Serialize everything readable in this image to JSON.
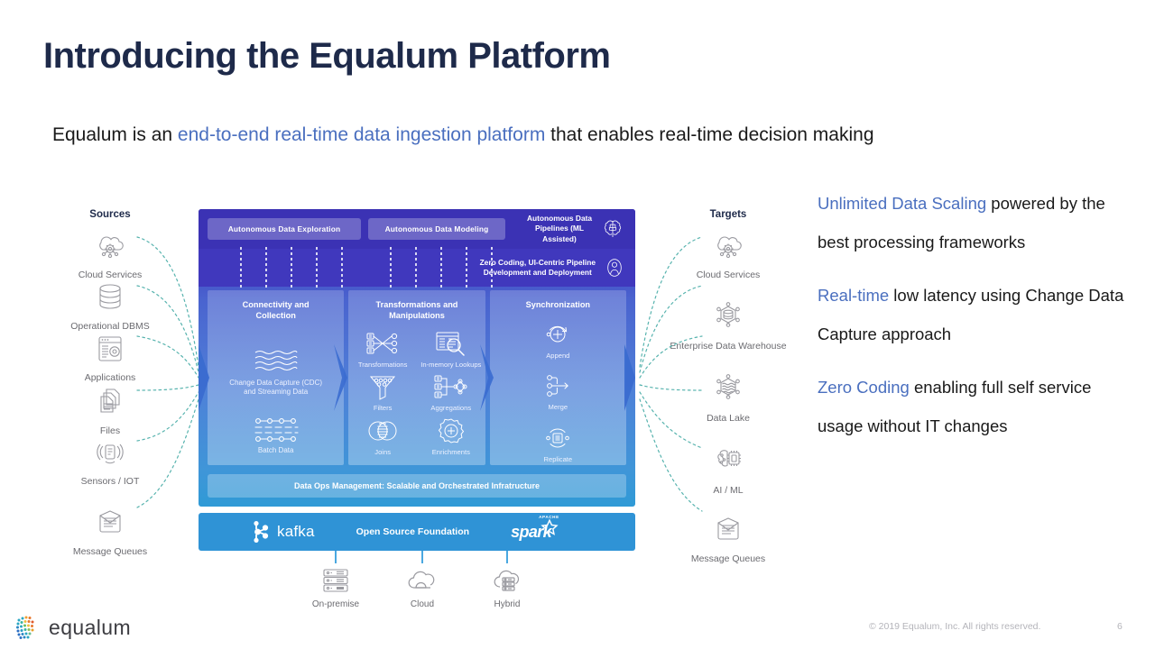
{
  "page_title": "Introducing the Equalum Platform",
  "subtitle": {
    "pre": "Equalum is an ",
    "highlight": "end-to-end real-time data ingestion platform",
    "post": " that enables real-time decision making"
  },
  "colors": {
    "title": "#1e2a4a",
    "accent_blue": "#4a6fbf",
    "diagram_top": "#3b32b4",
    "diagram_bottom": "#2f9ad6",
    "oss_bar": "#2f93d6",
    "connector_dots": "#57b3ae",
    "muted_text": "#6b6b70"
  },
  "sources": {
    "header": "Sources",
    "items": [
      {
        "label": "Cloud Services",
        "icon": "cloud-gear-icon"
      },
      {
        "label": "Operational DBMS",
        "icon": "database-icon"
      },
      {
        "label": "Applications",
        "icon": "application-window-icon"
      },
      {
        "label": "Files",
        "icon": "files-icon"
      },
      {
        "label": "Sensors / IOT",
        "icon": "sensor-icon"
      },
      {
        "label": "Message Queues",
        "icon": "message-queue-icon"
      }
    ]
  },
  "targets": {
    "header": "Targets",
    "items": [
      {
        "label": "Cloud Services",
        "icon": "cloud-gear-icon"
      },
      {
        "label": "Enterprise Data Warehouse",
        "icon": "data-warehouse-icon"
      },
      {
        "label": "Data Lake",
        "icon": "data-lake-icon"
      },
      {
        "label": "AI / ML",
        "icon": "ai-chip-brain-icon"
      },
      {
        "label": "Message Queues",
        "icon": "message-queue-icon"
      }
    ]
  },
  "diagram": {
    "autonomous_row": {
      "pill_exploration": "Autonomous Data Exploration",
      "pill_modeling": "Autonomous Data Modeling",
      "pipelines_label": "Autonomous Data\nPipelines (ML Assisted)",
      "pipelines_line1": "Autonomous Data",
      "pipelines_line2": "Pipelines (ML Assisted)",
      "icon": "brain-icon"
    },
    "zero_coding_band": {
      "line1": "Zero Coding, UI-Centric Pipeline",
      "line2": "Development and Deployment",
      "icon": "person-icon"
    },
    "columns": [
      {
        "title_line1": "Connectivity and",
        "title_line2": "Collection",
        "items": [
          {
            "label_line1": "Change Data Capture (CDC)",
            "label_line2": "and Streaming Data",
            "icon": "streaming-waves-icon"
          },
          {
            "label_line1": "Batch Data",
            "label_line2": "",
            "icon": "batch-data-icon"
          }
        ]
      },
      {
        "title_line1": "Transformations and",
        "title_line2": "Manipulations",
        "items": [
          {
            "label_line1": "Transformations",
            "label_line2": "",
            "icon": "transformations-icon"
          },
          {
            "label_line1": "In-memory Lookups",
            "label_line2": "",
            "icon": "lookup-magnifier-icon"
          },
          {
            "label_line1": "Filters",
            "label_line2": "",
            "icon": "filter-funnel-icon"
          },
          {
            "label_line1": "Aggregations",
            "label_line2": "",
            "icon": "aggregations-icon"
          },
          {
            "label_line1": "Joins",
            "label_line2": "",
            "icon": "joins-venn-icon"
          },
          {
            "label_line1": "Enrichments",
            "label_line2": "",
            "icon": "enrichments-gear-icon"
          }
        ]
      },
      {
        "title_line1": "Synchronization",
        "title_line2": "",
        "items": [
          {
            "label_line1": "Append",
            "label_line2": "",
            "icon": "append-plus-icon"
          },
          {
            "label_line1": "Merge",
            "label_line2": "",
            "icon": "merge-arrow-icon"
          },
          {
            "label_line1": "Replicate",
            "label_line2": "",
            "icon": "replicate-icon"
          }
        ]
      }
    ],
    "dataops_bar": "Data Ops Management: Scalable and Orchestrated Infratructure",
    "oss_bar": {
      "kafka": "kafka",
      "center": "Open Source Foundation",
      "spark": "spark",
      "spark_apache": "APACHE"
    }
  },
  "deployments": [
    {
      "label": "On-premise",
      "icon": "server-rack-icon"
    },
    {
      "label": "Cloud",
      "icon": "cloud-icon"
    },
    {
      "label": "Hybrid",
      "icon": "cloud-server-icon"
    }
  ],
  "bullets": [
    {
      "highlight": "Unlimited Data Scaling",
      "rest": " powered by the best processing frameworks"
    },
    {
      "highlight": "Real-time",
      "rest": " low latency using Change Data Capture approach"
    },
    {
      "highlight": "Zero Coding",
      "rest": " enabling full self service usage without IT changes"
    }
  ],
  "footer": {
    "logo_text": "equalum",
    "copyright": "© 2019 Equalum, Inc. All rights reserved.",
    "page_number": "6"
  }
}
